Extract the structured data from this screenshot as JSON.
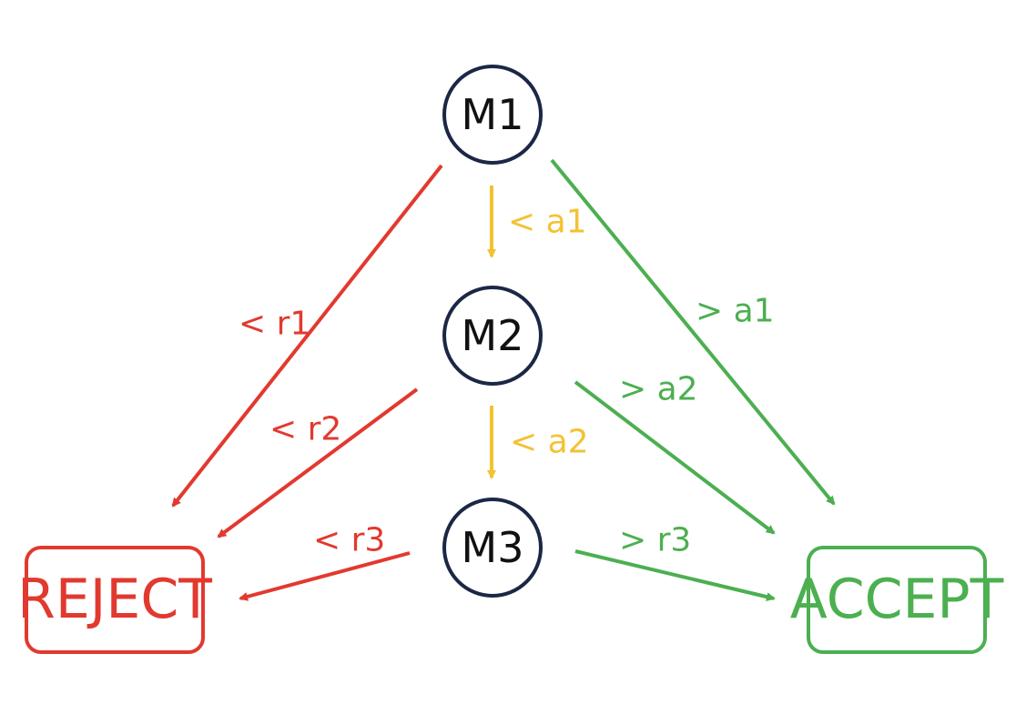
{
  "colors": {
    "reject": "#e2392f",
    "accept": "#4caf50",
    "advance": "#f3c233",
    "node_stroke": "#1c2746",
    "node_text": "#111111"
  },
  "nodes": {
    "m1": "M1",
    "m2": "M2",
    "m3": "M3"
  },
  "terminals": {
    "reject": "REJECT",
    "accept": "ACCEPT"
  },
  "edges": {
    "m1_m2": "< a1",
    "m2_m3": "< a2",
    "m1_reject": "< r1",
    "m2_reject": "< r2",
    "m3_reject": "< r3",
    "m1_accept": "> a1",
    "m2_accept": "> a2",
    "m3_accept": "> r3"
  }
}
